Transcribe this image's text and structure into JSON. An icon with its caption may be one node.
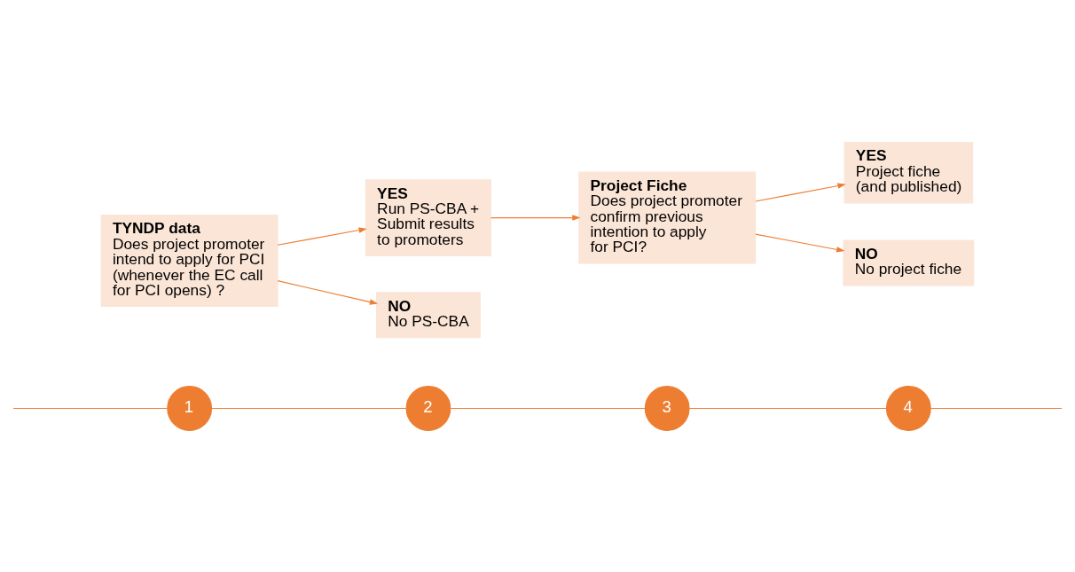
{
  "diagram": {
    "nodes": [
      {
        "text": [
          "1"
        ]
      },
      {
        "text": [
          "2"
        ]
      },
      {
        "text": [
          "3"
        ]
      },
      {
        "text": [
          "4"
        ]
      },
      {
        "text": [
          "TYNDP data",
          "Does project promoter intend to apply for PCI (whenever the EC call for PCI opens) ?"
        ]
      },
      {
        "text": [
          "YES",
          "Run PS-CBA + Submit results to promoters"
        ]
      },
      {
        "text": [
          "NO",
          "No PS-CBA"
        ]
      },
      {
        "text": [
          "Project Fiche",
          "Does project promoter confirm previous intention to apply for PCI?"
        ]
      },
      {
        "text": [
          "YES",
          "Project fiche (and published)"
        ]
      },
      {
        "text": [
          "NO",
          "No project fiche"
        ]
      }
    ],
    "edges": [
      {
        "from": null,
        "to": 0,
        "arrow": "none"
      },
      {
        "from": 0,
        "to": 1,
        "arrow": "none"
      },
      {
        "from": 1,
        "to": 2,
        "arrow": "none"
      },
      {
        "from": 2,
        "to": 3,
        "arrow": "none"
      },
      {
        "from": 3,
        "to": null,
        "arrow": "none"
      },
      {
        "from": 4,
        "to": 5,
        "arrow": "to"
      },
      {
        "from": 4,
        "to": 6,
        "arrow": "to"
      },
      {
        "from": 5,
        "to": 7,
        "arrow": "to"
      },
      {
        "from": 7,
        "to": 8,
        "arrow": "to"
      },
      {
        "from": 7,
        "to": 9,
        "arrow": "to"
      }
    ]
  }
}
